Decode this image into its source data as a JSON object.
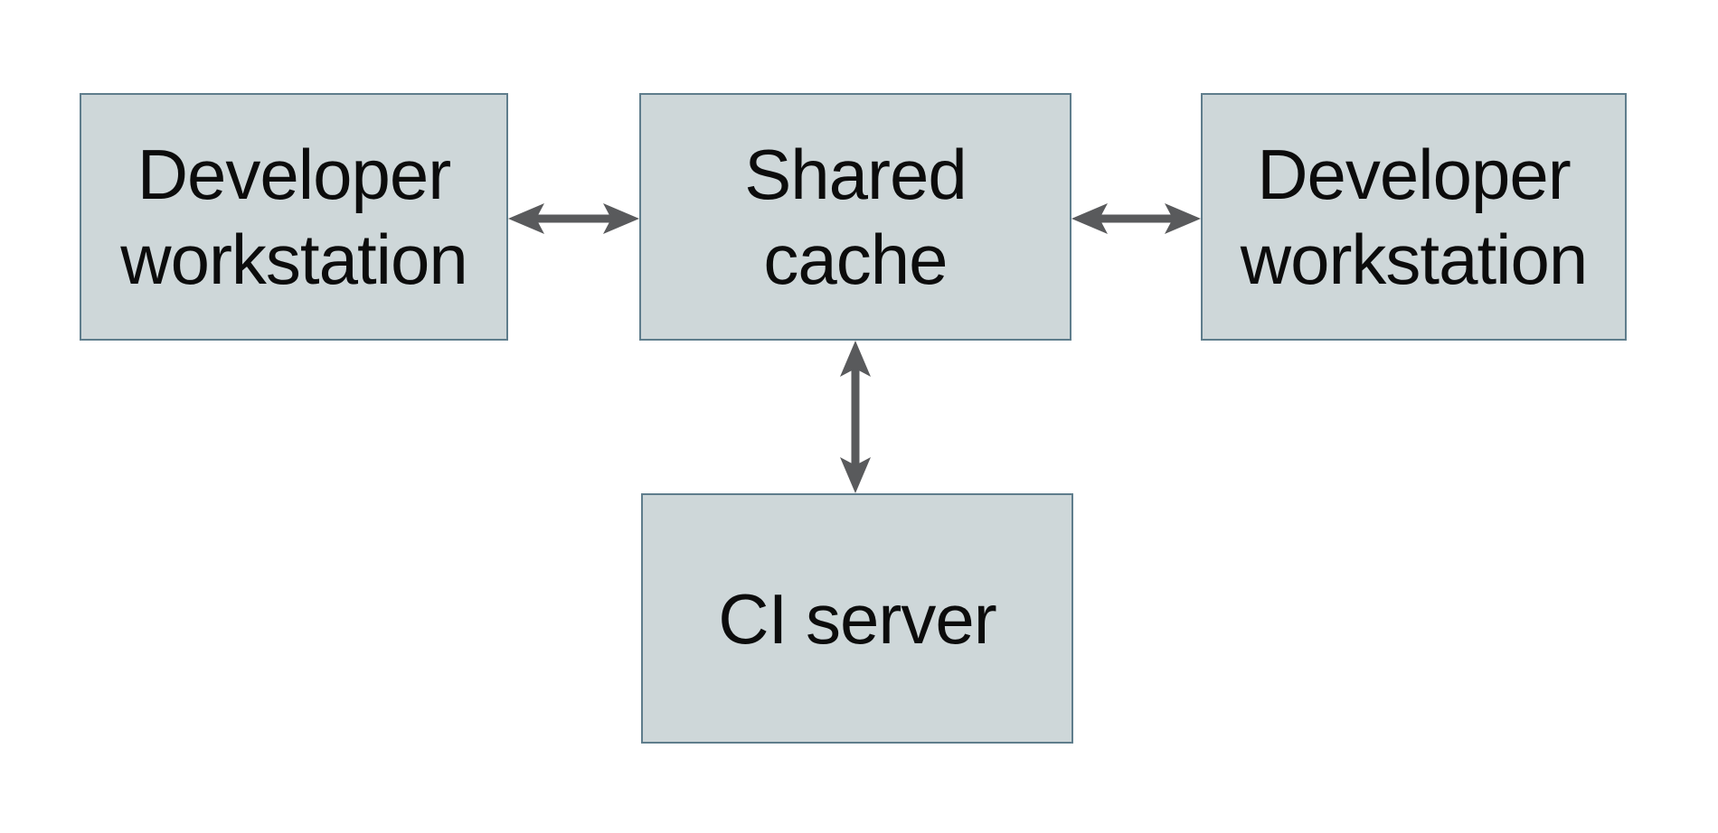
{
  "diagram": {
    "type": "architecture-diagram",
    "background_color": "#ffffff",
    "nodes": [
      {
        "id": "developer-workstation-left",
        "label": "Developer workstation",
        "lines": [
          "Developer",
          "workstation"
        ],
        "fill": "#ced7d9",
        "border_color": "#5f7d8c",
        "text_color": "#0c0c0c"
      },
      {
        "id": "shared-cache",
        "label": "Shared cache",
        "lines": [
          "Shared",
          "cache"
        ],
        "fill": "#ced7d9",
        "border_color": "#5f7d8c",
        "text_color": "#0c0c0c"
      },
      {
        "id": "developer-workstation-right",
        "label": "Developer workstation",
        "lines": [
          "Developer",
          "workstation"
        ],
        "fill": "#ced7d9",
        "border_color": "#5f7d8c",
        "text_color": "#0c0c0c"
      },
      {
        "id": "ci-server",
        "label": "CI server",
        "lines": [
          "CI server"
        ],
        "fill": "#ced7d9",
        "border_color": "#5f7d8c",
        "text_color": "#0c0c0c"
      }
    ],
    "edges": [
      {
        "from": "developer-workstation-left",
        "to": "shared-cache",
        "direction": "bidirectional",
        "orientation": "horizontal",
        "color": "#595a5c"
      },
      {
        "from": "shared-cache",
        "to": "developer-workstation-right",
        "direction": "bidirectional",
        "orientation": "horizontal",
        "color": "#595a5c"
      },
      {
        "from": "shared-cache",
        "to": "ci-server",
        "direction": "bidirectional",
        "orientation": "vertical",
        "color": "#595a5c"
      }
    ]
  }
}
